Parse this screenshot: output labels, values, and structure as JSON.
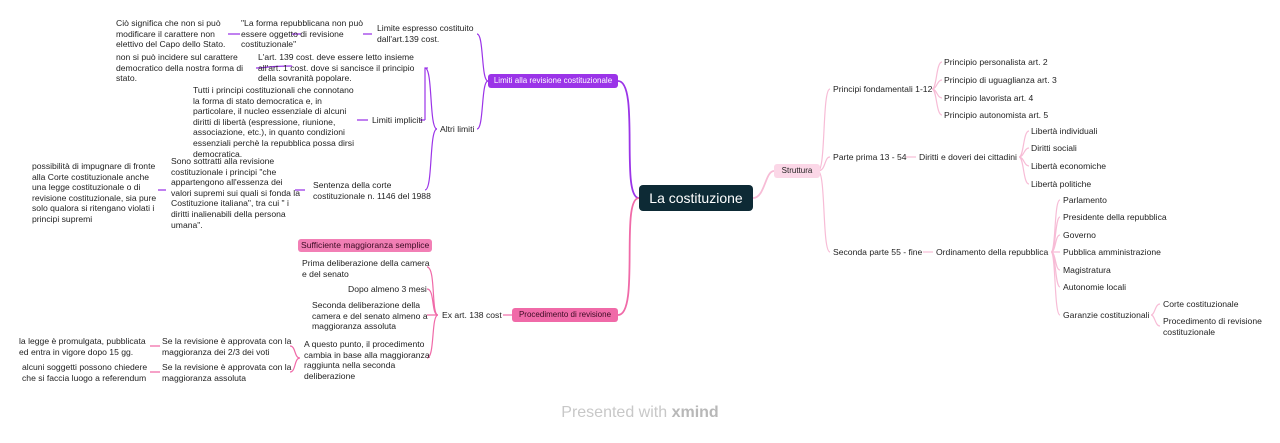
{
  "root": "La costituzione",
  "right": {
    "struttura": "Struttura",
    "principi": {
      "label": "Principi fondamentali 1-12",
      "items": [
        "Principio personalista art. 2",
        "Principio di uguaglianza art. 3",
        "Principio lavorista art. 4",
        "Principio autonomista art. 5"
      ]
    },
    "parte_prima": {
      "label": "Parte prima 13 - 54",
      "child": "Diritti e doveri dei cittadini",
      "items": [
        "Libertà individuali",
        "Diritti sociali",
        "Libertà economiche",
        "Libertà politiche"
      ]
    },
    "seconda": {
      "label": "Seconda parte 55 - fine",
      "child": "Ordinamento della repubblica",
      "items": [
        "Parlamento",
        "Presidente della repubblica",
        "Governo",
        "Pubblica amministrazione",
        "Magistratura",
        "Autonomie locali"
      ],
      "garanzie": {
        "label": "Garanzie costituzionali",
        "items": [
          "Corte costituzionale",
          "Procedimento di revisione\ncostituzionale"
        ]
      }
    }
  },
  "limiti": {
    "label": "Limiti alla revisione costituzionale",
    "espresso": {
      "label": "Limite espresso costituito\ndall'art.139 cost.",
      "quote": "\"La forma repubblicana non può\nessere oggetto di revisione\ncostituzionale\"",
      "note": "Ciò significa che non si può\nmodificare il carattere non\nelettivo del Capo dello Stato."
    },
    "altri": {
      "label": "Altri limiti",
      "impliciti": {
        "label": "Limiti impliciti",
        "art139": "L'art. 139 cost. deve essere letto insieme\nall'art. 1 cost. dove si sancisce il principio\ndella sovranità popolare.",
        "art139_note": "non si può incidere sul carattere\ndemocratico della nostra forma di\nstato.",
        "principi": "Tutti i principi costituzionali che connotano\nla forma di stato democratica e, in\nparticolare, il nucleo essenziale di alcuni\ndiritti di libertà (espressione, riunione,\nassociazione, etc.), in quanto condizioni\nessenziali perchè la repubblica possa dirsi\ndemocratica."
      },
      "sentenza": {
        "label": "Sentenza della corte\ncostituzionale n. 1146 del 1988",
        "text": "Sono sottratti alla revisione\ncostituzionale i principi \"che\nappartengono all'essenza dei\nvalori supremi sui quali si fonda la\nCostituzione italiana\", tra cui \" i\ndiritti inalienabili della persona\numana\".",
        "note": "possibilità di impugnare di fronte\nalla Corte costituzionale anche\nuna legge costituzionale o di\nrevisione costituzionale, sia pure\nsolo qualora si ritengano violati i\nprincipi supremi"
      }
    }
  },
  "procedimento": {
    "label": "Procedimento di revisione",
    "art": "Ex art. 138 cost",
    "tag": "Sufficiente maggioranza semplice",
    "prima": "Prima deliberazione della camera\ne del senato",
    "dopo": "Dopo almeno 3 mesi",
    "seconda": "Seconda deliberazione della\ncamera e del senato almeno a\nmaggioranza assoluta",
    "questo": "A questo punto, il procedimento\ncambia in base alla maggioranza\nraggiunta nella seconda\ndeliberazione",
    "se_23": "Se la revisione è approvata con la\nmaggioranza dei 2/3 dei voti",
    "se_23_note": "la legge è promulgata, pubblicata\ned entra in vigore dopo 15 gg.",
    "se_ass": "Se la revisione è approvata con la\nmaggioranza assoluta",
    "se_ass_note": "alcuni soggetti possono chiedere\nche si faccia luogo a referendum"
  },
  "footer": {
    "pre": "Presented with",
    "brand": "xmind"
  },
  "colors": {
    "purple": "#9b34e8",
    "pink": "#f06aa8",
    "light_pink": "#f7bcd6",
    "root": "#0d2a35"
  }
}
